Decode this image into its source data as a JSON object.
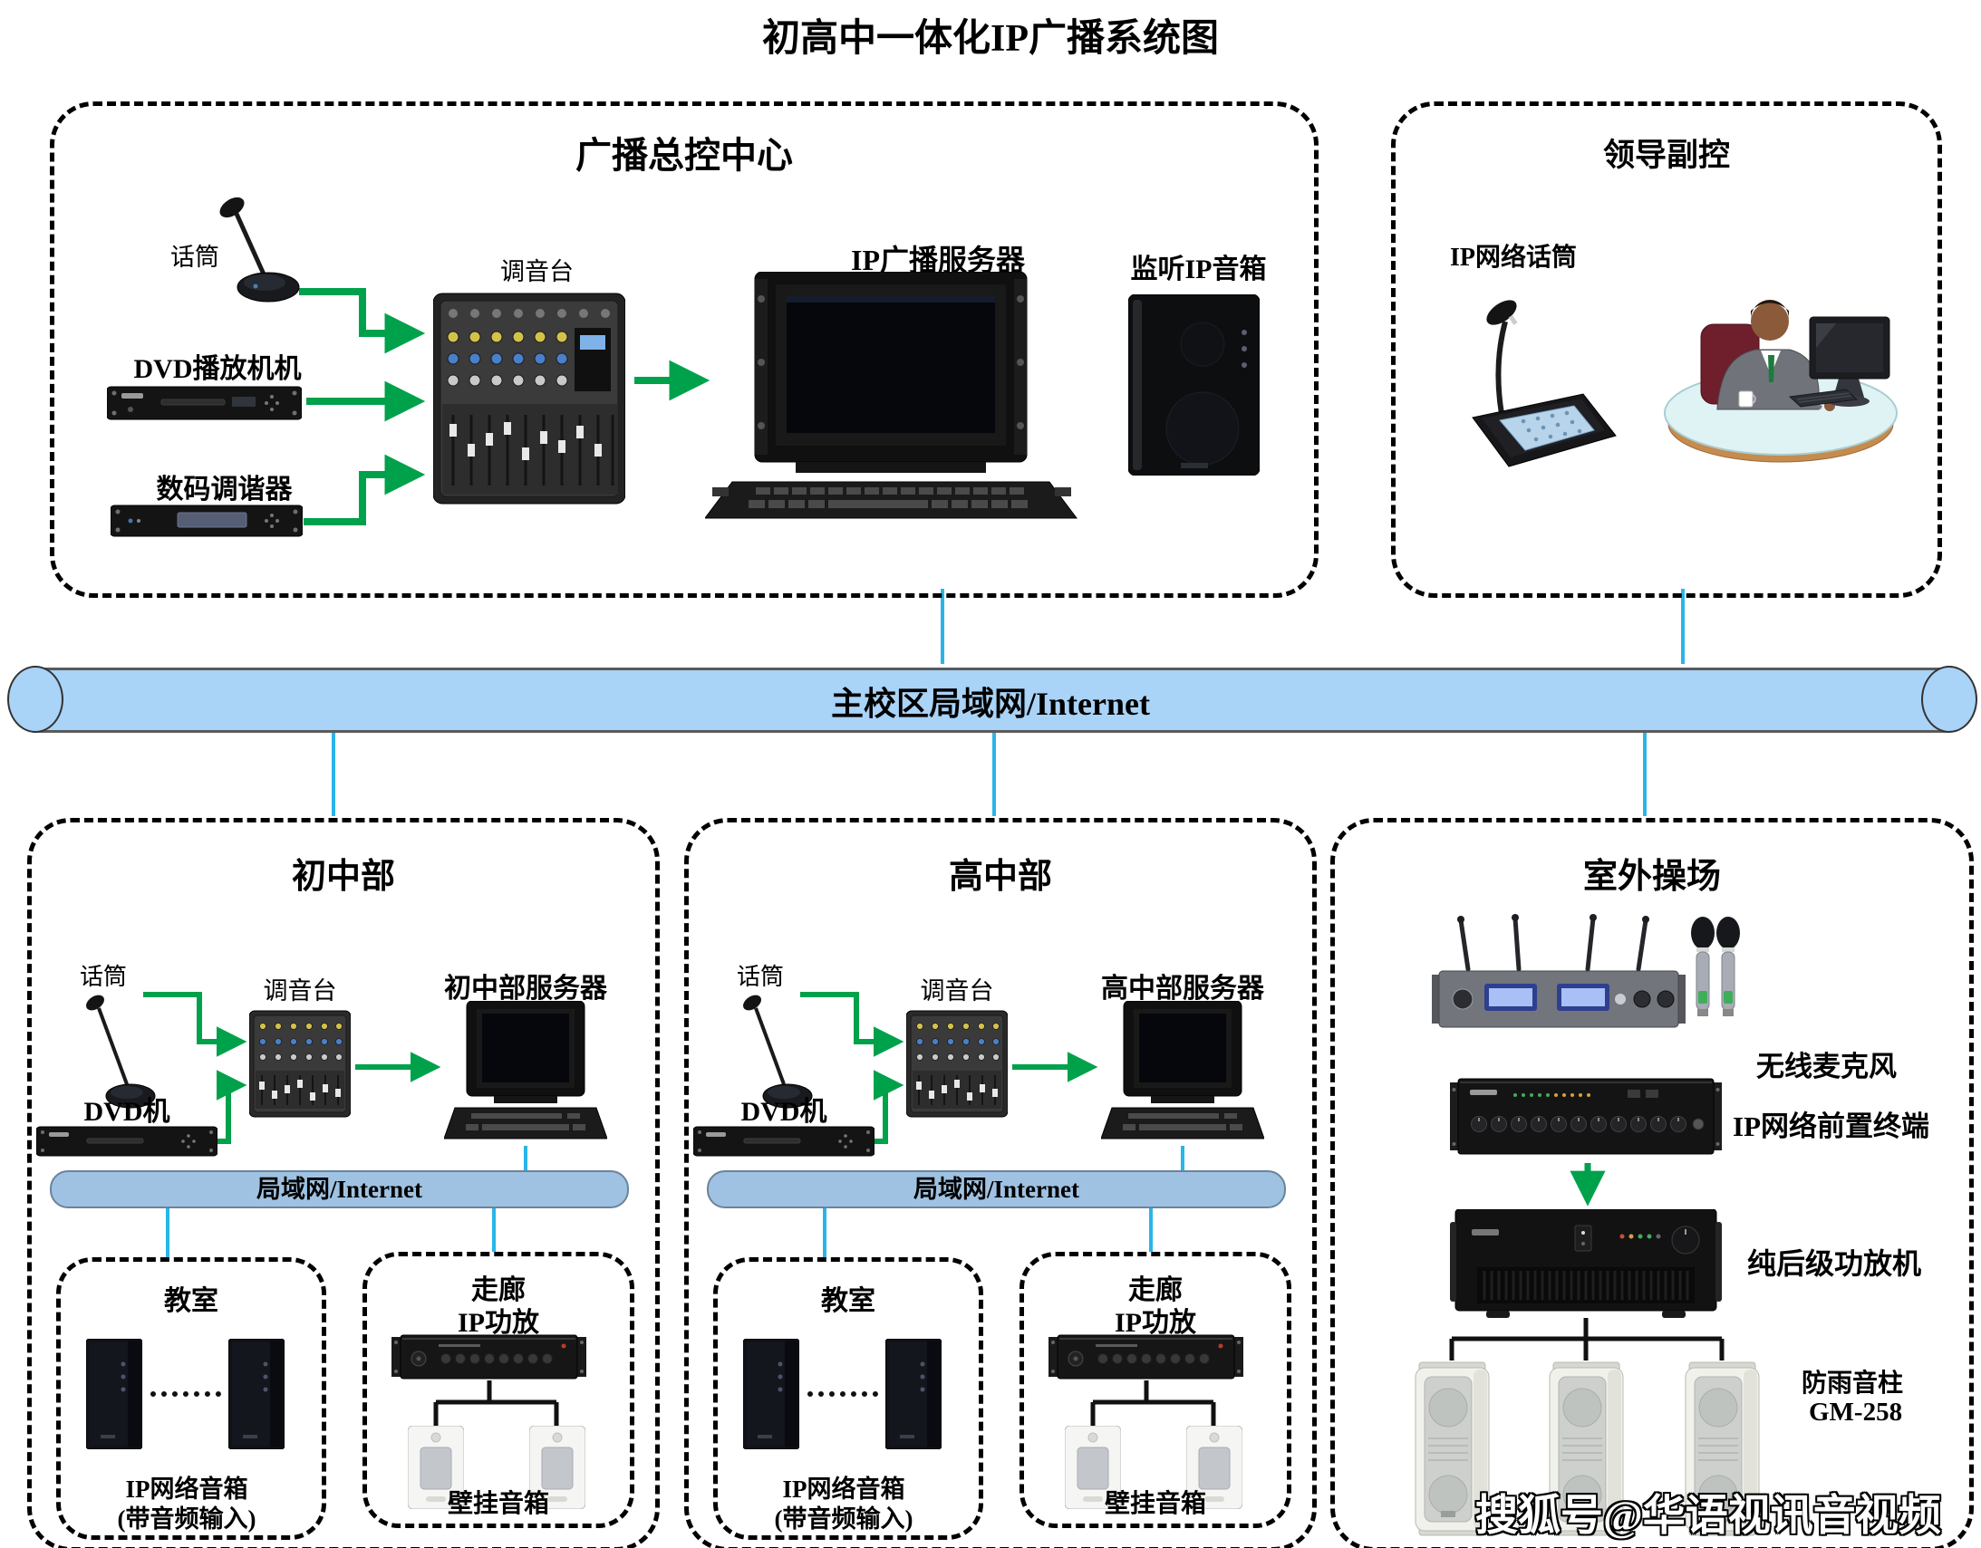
{
  "title": "初高中一体化IP广播系统图",
  "watermark": "搜狐号@华语视讯音视频",
  "backbone": "主校区局域网/Internet",
  "master": {
    "title": "广播总控中心",
    "mic": "话筒",
    "dvd": "DVD播放机机",
    "tuner": "数码调谐器",
    "mixer": "调音台",
    "server": "IP广播服务器",
    "monitor_speaker": "监听IP音箱"
  },
  "leader": {
    "title": "领导副控",
    "mic": "IP网络话筒"
  },
  "junior": {
    "title": "初中部",
    "mic": "话筒",
    "mixer": "调音台",
    "server": "初中部服务器",
    "dvd": "DVD机",
    "lan": "局域网/Internet",
    "classroom": {
      "title": "教室",
      "speaker_line1": "IP网络音箱",
      "speaker_line2": "(带音频输入)"
    },
    "corridor": {
      "title": "走廊",
      "subtitle": "IP功放",
      "speaker": "壁挂音箱"
    }
  },
  "senior": {
    "title": "高中部",
    "mic": "话筒",
    "mixer": "调音台",
    "server": "高中部服务器",
    "dvd": "DVD机",
    "lan": "局域网/Internet",
    "classroom": {
      "title": "教室",
      "speaker_line1": "IP网络音箱",
      "speaker_line2": "(带音频输入)"
    },
    "corridor": {
      "title": "走廊",
      "subtitle": "IP功放",
      "speaker": "壁挂音箱"
    }
  },
  "playground": {
    "title": "室外操场",
    "wireless_mic": "无线麦克风",
    "preamp": "IP网络前置终端",
    "amplifier": "纯后级功放机",
    "column_speaker": "防雨音柱",
    "column_model": "GM-258"
  },
  "colors": {
    "backbone_fill": "#A9D3F7",
    "lan_fill": "#9FC2E2",
    "link_line": "#29B5E8",
    "arrow_green": "#00A14B"
  }
}
